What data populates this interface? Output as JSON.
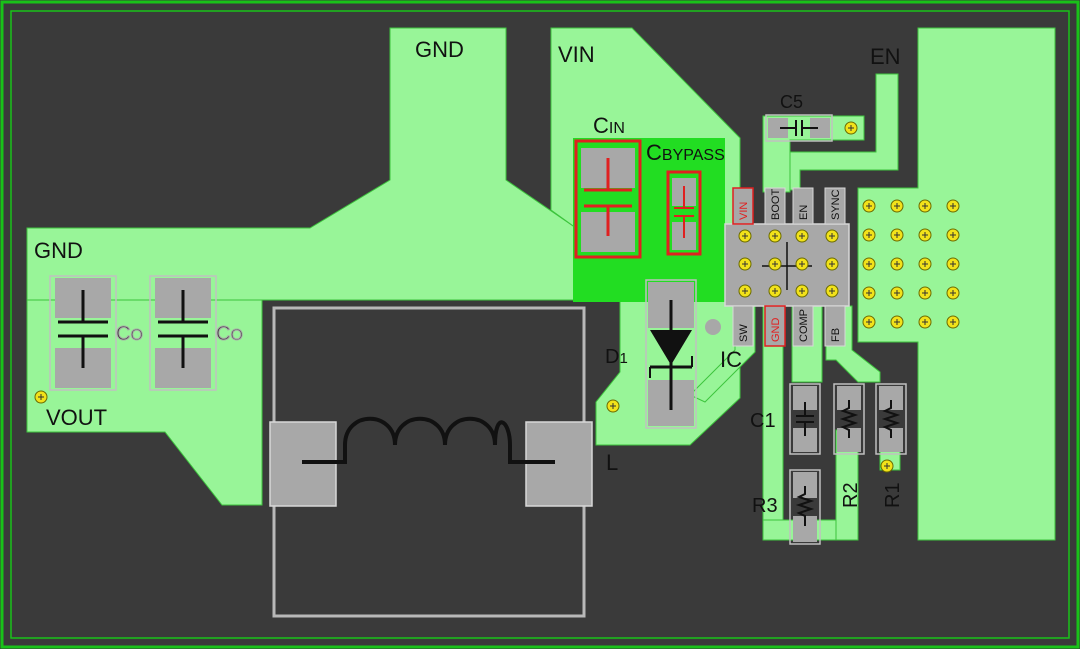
{
  "net_labels": {
    "gnd_top": "GND",
    "vin": "VIN",
    "en": "EN",
    "gnd_left": "GND",
    "vout": "VOUT"
  },
  "components": {
    "cin": {
      "big": "C",
      "small": "IN"
    },
    "cbypass": {
      "big": "C",
      "small": "BYPASS"
    },
    "c5": "C5",
    "co1": {
      "big": "C",
      "small": "O"
    },
    "co2": {
      "big": "C",
      "small": "O"
    },
    "d1": {
      "big": "D",
      "small": "1"
    },
    "ic": "IC",
    "l": "L",
    "c1": "C1",
    "r3": "R3",
    "r2": "R2",
    "r1": "R1"
  },
  "ic_pins": {
    "top": [
      "VIN",
      "BOOT",
      "EN",
      "SYNC"
    ],
    "bottom": [
      "SW",
      "GND",
      "COMP",
      "FB"
    ]
  },
  "colors": {
    "board": "#3a3a3a",
    "outline": "#19c219",
    "copper": "#98f598",
    "copper_bright": "#22dd22",
    "pad": "#a8a8a8",
    "highlight": "#e02020"
  }
}
